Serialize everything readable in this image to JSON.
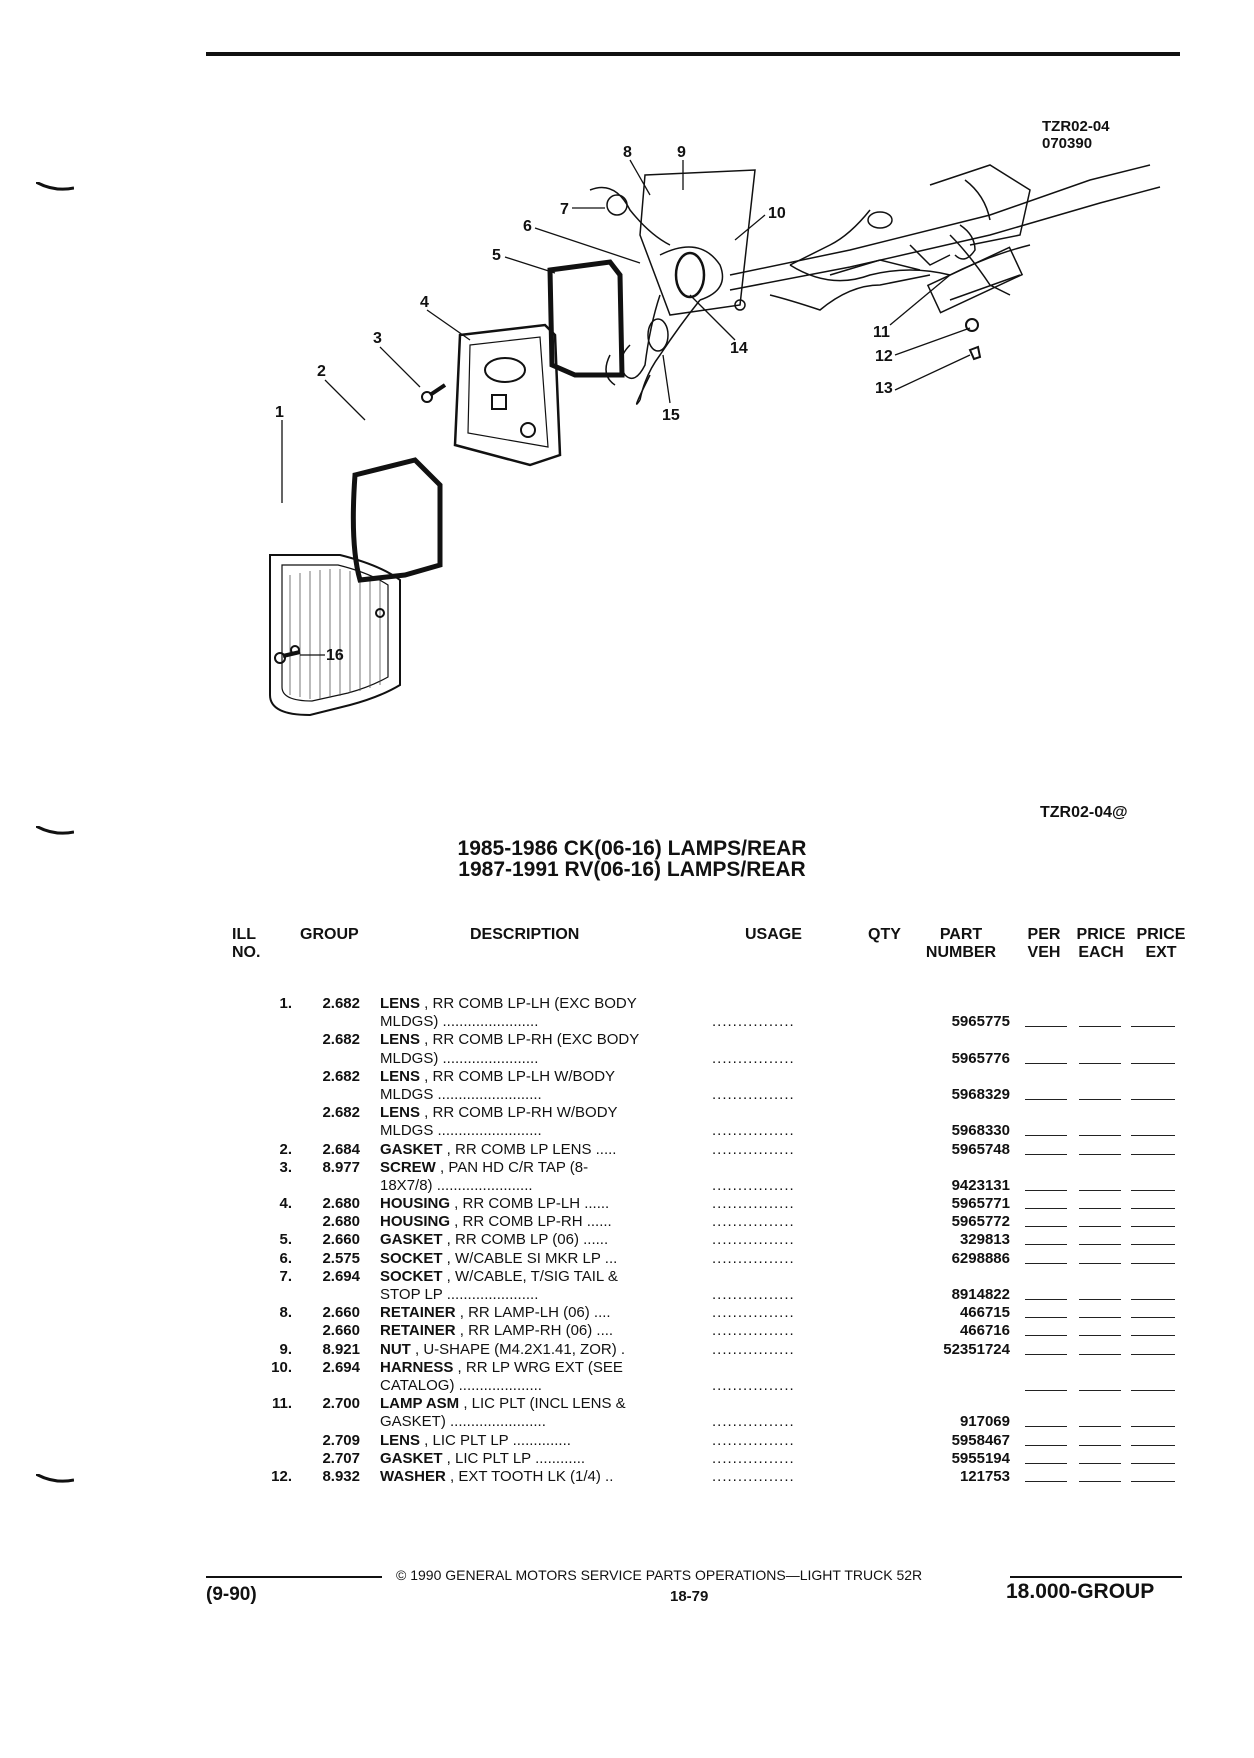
{
  "figure": {
    "code": "TZR02-04",
    "date": "070390",
    "ref": "TZR02-04@"
  },
  "diagram_callouts": [
    "1",
    "2",
    "3",
    "4",
    "5",
    "6",
    "7",
    "8",
    "9",
    "10",
    "11",
    "12",
    "13",
    "14",
    "15",
    "16"
  ],
  "titles": {
    "line1": "1985-1986 CK(06-16) LAMPS/REAR",
    "line2": "1987-1991 RV(06-16) LAMPS/REAR"
  },
  "columns": {
    "ill": "ILL\nNO.",
    "group": "GROUP",
    "description": "DESCRIPTION",
    "usage": "USAGE",
    "qty": "QTY",
    "part": "PART\nNUMBER",
    "per_veh": "PER\nVEH",
    "price_each": "PRICE\nEACH",
    "price_ext": "PRICE\nEXT"
  },
  "rows": [
    {
      "ill": "1.",
      "group": "2.682",
      "name": "LENS",
      "desc": " , RR COMB LP-LH (EXC BODY",
      "usage": "",
      "part": "",
      "blanks": false
    },
    {
      "ill": "",
      "group": "",
      "name": "",
      "desc": "MLDGS) .......................",
      "usage": "................",
      "part": "5965775",
      "blanks": true
    },
    {
      "ill": "",
      "group": "2.682",
      "name": "LENS",
      "desc": " , RR COMB LP-RH (EXC BODY",
      "usage": "",
      "part": "",
      "blanks": false
    },
    {
      "ill": "",
      "group": "",
      "name": "",
      "desc": "MLDGS) .......................",
      "usage": "................",
      "part": "5965776",
      "blanks": true
    },
    {
      "ill": "",
      "group": "2.682",
      "name": "LENS",
      "desc": " , RR COMB LP-LH W/BODY",
      "usage": "",
      "part": "",
      "blanks": false
    },
    {
      "ill": "",
      "group": "",
      "name": "",
      "desc": "MLDGS .........................",
      "usage": "................",
      "part": "5968329",
      "blanks": true
    },
    {
      "ill": "",
      "group": "2.682",
      "name": "LENS",
      "desc": " , RR COMB LP-RH W/BODY",
      "usage": "",
      "part": "",
      "blanks": false
    },
    {
      "ill": "",
      "group": "",
      "name": "",
      "desc": "MLDGS .........................",
      "usage": "................",
      "part": "5968330",
      "blanks": true
    },
    {
      "ill": "2.",
      "group": "2.684",
      "name": "GASKET",
      "desc": " , RR COMB LP LENS .....",
      "usage": "................",
      "part": "5965748",
      "blanks": true
    },
    {
      "ill": "3.",
      "group": "8.977",
      "name": "SCREW",
      "desc": " , PAN HD C/R TAP (8-",
      "usage": "",
      "part": "",
      "blanks": false
    },
    {
      "ill": "",
      "group": "",
      "name": "",
      "desc": "18X7/8) .......................",
      "usage": "................",
      "part": "9423131",
      "blanks": true
    },
    {
      "ill": "4.",
      "group": "2.680",
      "name": "HOUSING",
      "desc": " , RR COMB LP-LH ......",
      "usage": "................",
      "part": "5965771",
      "blanks": true
    },
    {
      "ill": "",
      "group": "2.680",
      "name": "HOUSING",
      "desc": " , RR COMB LP-RH ......",
      "usage": "................",
      "part": "5965772",
      "blanks": true
    },
    {
      "ill": "5.",
      "group": "2.660",
      "name": "GASKET",
      "desc": " , RR COMB LP (06) ......",
      "usage": "................",
      "part": "329813",
      "blanks": true
    },
    {
      "ill": "6.",
      "group": "2.575",
      "name": "SOCKET",
      "desc": " , W/CABLE SI MKR LP ...",
      "usage": "................",
      "part": "6298886",
      "blanks": true
    },
    {
      "ill": "7.",
      "group": "2.694",
      "name": "SOCKET",
      "desc": " , W/CABLE, T/SIG TAIL &",
      "usage": "",
      "part": "",
      "blanks": false
    },
    {
      "ill": "",
      "group": "",
      "name": "",
      "desc": "STOP LP ......................",
      "usage": "................",
      "part": "8914822",
      "blanks": true
    },
    {
      "ill": "8.",
      "group": "2.660",
      "name": "RETAINER",
      "desc": " , RR LAMP-LH (06) ....",
      "usage": "................",
      "part": "466715",
      "blanks": true
    },
    {
      "ill": "",
      "group": "2.660",
      "name": "RETAINER",
      "desc": " , RR LAMP-RH (06) ....",
      "usage": "................",
      "part": "466716",
      "blanks": true
    },
    {
      "ill": "9.",
      "group": "8.921",
      "name": "NUT",
      "desc": " , U-SHAPE (M4.2X1.41, ZOR) .",
      "usage": "................",
      "part": "52351724",
      "blanks": true
    },
    {
      "ill": "10.",
      "group": "2.694",
      "name": "HARNESS",
      "desc": " , RR LP WRG EXT (SEE",
      "usage": "",
      "part": "",
      "blanks": false
    },
    {
      "ill": "",
      "group": "",
      "name": "",
      "desc": "CATALOG) ....................",
      "usage": "................",
      "part": "",
      "blanks": true
    },
    {
      "ill": "11.",
      "group": "2.700",
      "name": "LAMP ASM",
      "desc": " , LIC PLT (INCL LENS &",
      "usage": "",
      "part": "",
      "blanks": false
    },
    {
      "ill": "",
      "group": "",
      "name": "",
      "desc": "GASKET) .......................",
      "usage": "................",
      "part": "917069",
      "blanks": true
    },
    {
      "ill": "",
      "group": "2.709",
      "name": "LENS",
      "desc": " , LIC PLT LP ..............",
      "usage": "................",
      "part": "5958467",
      "blanks": true
    },
    {
      "ill": "",
      "group": "2.707",
      "name": "GASKET",
      "desc": " , LIC PLT LP ............",
      "usage": "................",
      "part": "5955194",
      "blanks": true
    },
    {
      "ill": "12.",
      "group": "8.932",
      "name": "WASHER",
      "desc": " , EXT TOOTH LK (1/4) ..",
      "usage": "................",
      "part": "121753",
      "blanks": true
    }
  ],
  "footer": {
    "copyright": "© 1990 GENERAL MOTORS SERVICE PARTS OPERATIONS—LIGHT TRUCK 52R",
    "left": "(9-90)",
    "page": "18-79",
    "right": "18.000-GROUP"
  }
}
